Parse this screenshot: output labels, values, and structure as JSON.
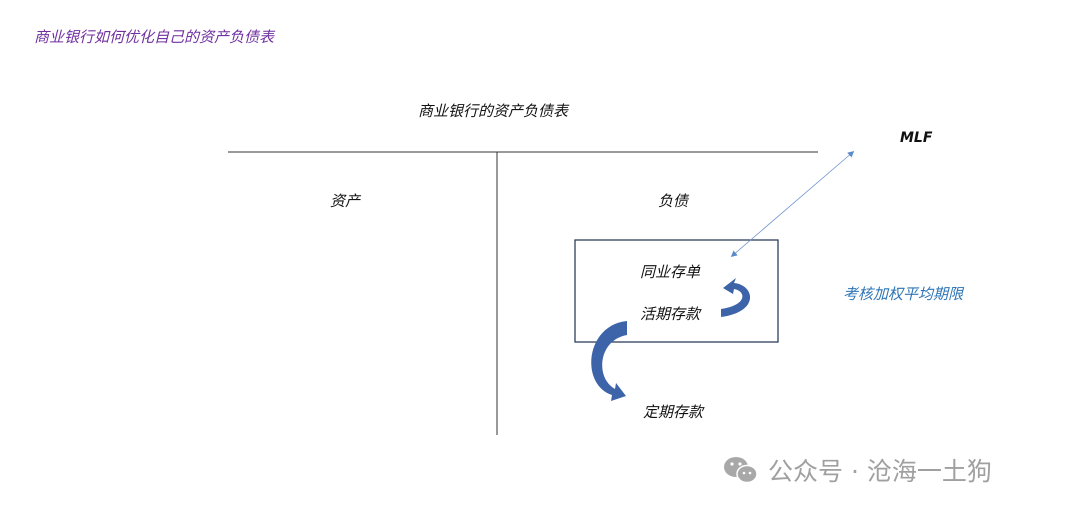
{
  "page_title": "商业银行如何优化自己的资产负债表",
  "diagram": {
    "title": "商业银行的资产负债表",
    "assets_label": "资产",
    "liabilities_label": "负债",
    "ncd_label": "同业存单",
    "demand_deposit_label": "活期存款",
    "term_deposit_label": "定期存款",
    "mlf_label": "MLF",
    "wam_label": "考核加权平均期限"
  },
  "watermark": "公众号 · 沧海一土狗",
  "colors": {
    "title": "#7030a0",
    "accent_text": "#2e75b6",
    "arrow": "#4472c4",
    "box": "#2f3f5f"
  }
}
